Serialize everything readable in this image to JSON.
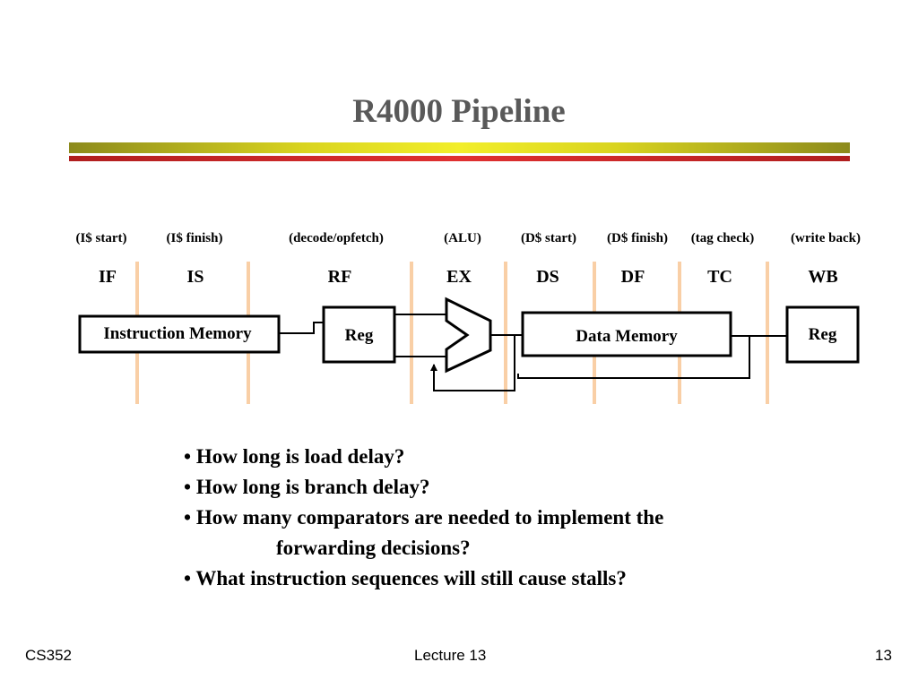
{
  "title": "R4000 Pipeline",
  "stages": [
    {
      "sub": "(I$ start)",
      "abbr": "IF"
    },
    {
      "sub": "(I$ finish)",
      "abbr": "IS"
    },
    {
      "sub": "(decode/opfetch)",
      "abbr": "RF"
    },
    {
      "sub": "(ALU)",
      "abbr": "EX"
    },
    {
      "sub": "(D$ start)",
      "abbr": "DS"
    },
    {
      "sub": "(D$ finish)",
      "abbr": "DF"
    },
    {
      "sub": "(tag check)",
      "abbr": "TC"
    },
    {
      "sub": "(write back)",
      "abbr": "WB"
    }
  ],
  "diagram": {
    "instruction_memory": "Instruction Memory",
    "reg1": "Reg",
    "data_memory": "Data Memory",
    "reg2": "Reg"
  },
  "bullets": [
    "How long is load delay?",
    "How long is branch delay?",
    "How many comparators are needed to implement the",
    "forwarding decisions?",
    "What instruction sequences will still cause stalls?"
  ],
  "footer": {
    "left": "CS352",
    "center": "Lecture 13",
    "right": "13"
  },
  "colors": {
    "title": "#595959",
    "stage_divider": "#f9cfa6"
  }
}
